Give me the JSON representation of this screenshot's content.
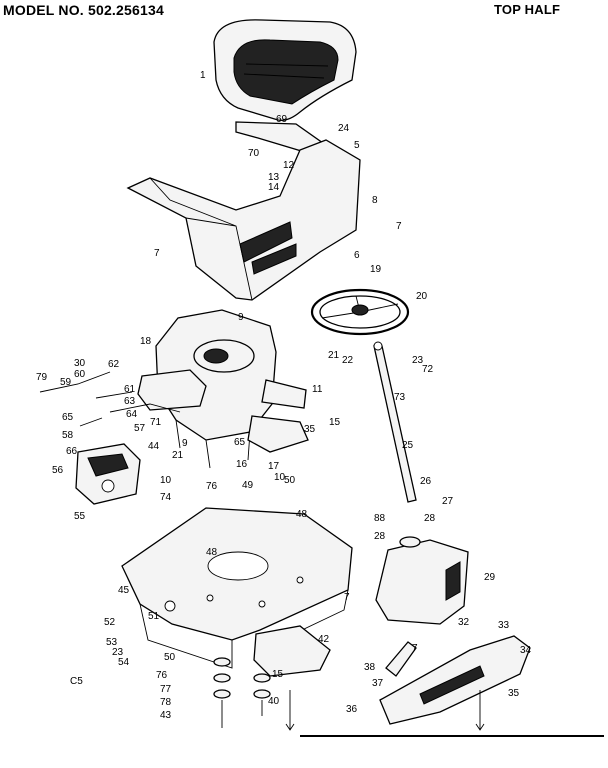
{
  "header": {
    "model": "MODEL NO. 502.256134",
    "section": "TOP HALF"
  },
  "footer": {
    "code": "C5"
  },
  "callouts": [
    "1",
    "69",
    "24",
    "5",
    "70",
    "12",
    "13",
    "14",
    "8",
    "7",
    "7",
    "6",
    "19",
    "20",
    "9",
    "18",
    "11",
    "15",
    "35",
    "21",
    "22",
    "23",
    "72",
    "73",
    "25",
    "26",
    "27",
    "28",
    "88",
    "28",
    "29",
    "30",
    "62",
    "79",
    "59",
    "60",
    "61",
    "63",
    "64",
    "65",
    "58",
    "57",
    "66",
    "44",
    "71",
    "9",
    "21",
    "65",
    "16",
    "17",
    "10",
    "10",
    "50",
    "49",
    "48",
    "76",
    "74",
    "56",
    "55",
    "48",
    "45",
    "7",
    "51",
    "52",
    "53",
    "23",
    "54",
    "50",
    "76",
    "77",
    "78",
    "43",
    "15",
    "42",
    "40",
    "32",
    "33",
    "34",
    "38",
    "37",
    "7",
    "35",
    "36"
  ]
}
